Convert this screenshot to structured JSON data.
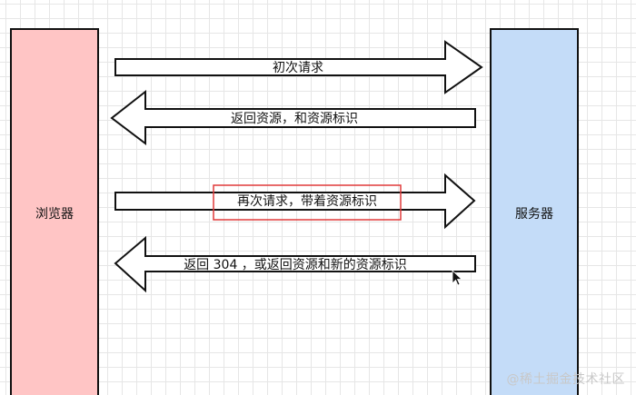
{
  "diagram": {
    "browser_label": "浏览器",
    "server_label": "服务器",
    "steps": [
      {
        "label": "初次请求",
        "direction": "right"
      },
      {
        "label": "返回资源，和资源标识",
        "direction": "left"
      },
      {
        "label": "再次请求，带着资源标识",
        "direction": "right",
        "highlighted": true
      },
      {
        "label": "返回 304 ，或返回资源和新的资源标识",
        "direction": "left"
      }
    ],
    "colors": {
      "browser_fill": "#ffc5c5",
      "server_fill": "#c4dcf8",
      "highlight_border": "#e03a3a"
    }
  },
  "watermark": "@稀土掘金技术社区"
}
